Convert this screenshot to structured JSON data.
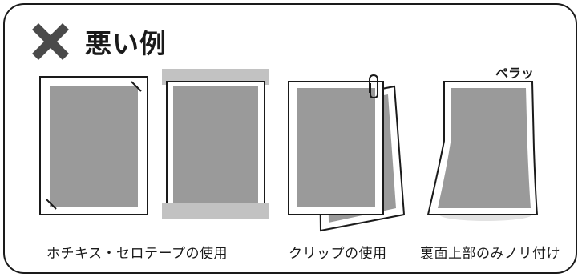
{
  "header": {
    "title": "悪い例",
    "icon": "x-mark-icon"
  },
  "examples": [
    {
      "caption": "ホチキス・セロテープの使用",
      "illustrations": [
        "staple-page-illustration",
        "tape-page-illustration"
      ]
    },
    {
      "caption": "クリップの使用",
      "illustration": "clip-page-illustration"
    },
    {
      "caption": "裏面上部のみノリ付け",
      "illustration": "glued-top-page-illustration",
      "callout": "ペラッ"
    }
  ],
  "colors": {
    "outline": "#1a1a1a",
    "page_fill": "#9a9a9a",
    "tape": "#c2c2c2",
    "x_mark": "#4a4a4a"
  }
}
